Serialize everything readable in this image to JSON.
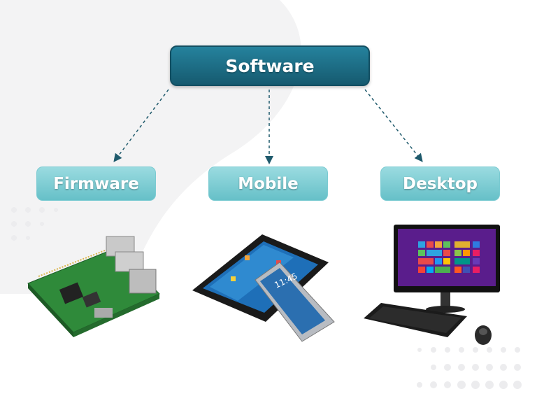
{
  "diagram": {
    "root": {
      "label": "Software"
    },
    "children": [
      {
        "label": "Firmware",
        "image": "raspberry-pi-board"
      },
      {
        "label": "Mobile",
        "image": "tablet-and-smartphone"
      },
      {
        "label": "Desktop",
        "image": "desktop-computer"
      }
    ],
    "colors": {
      "root": "#1d6f86",
      "child": "#7fcdd4",
      "arrow": "#1f5a6c"
    }
  }
}
